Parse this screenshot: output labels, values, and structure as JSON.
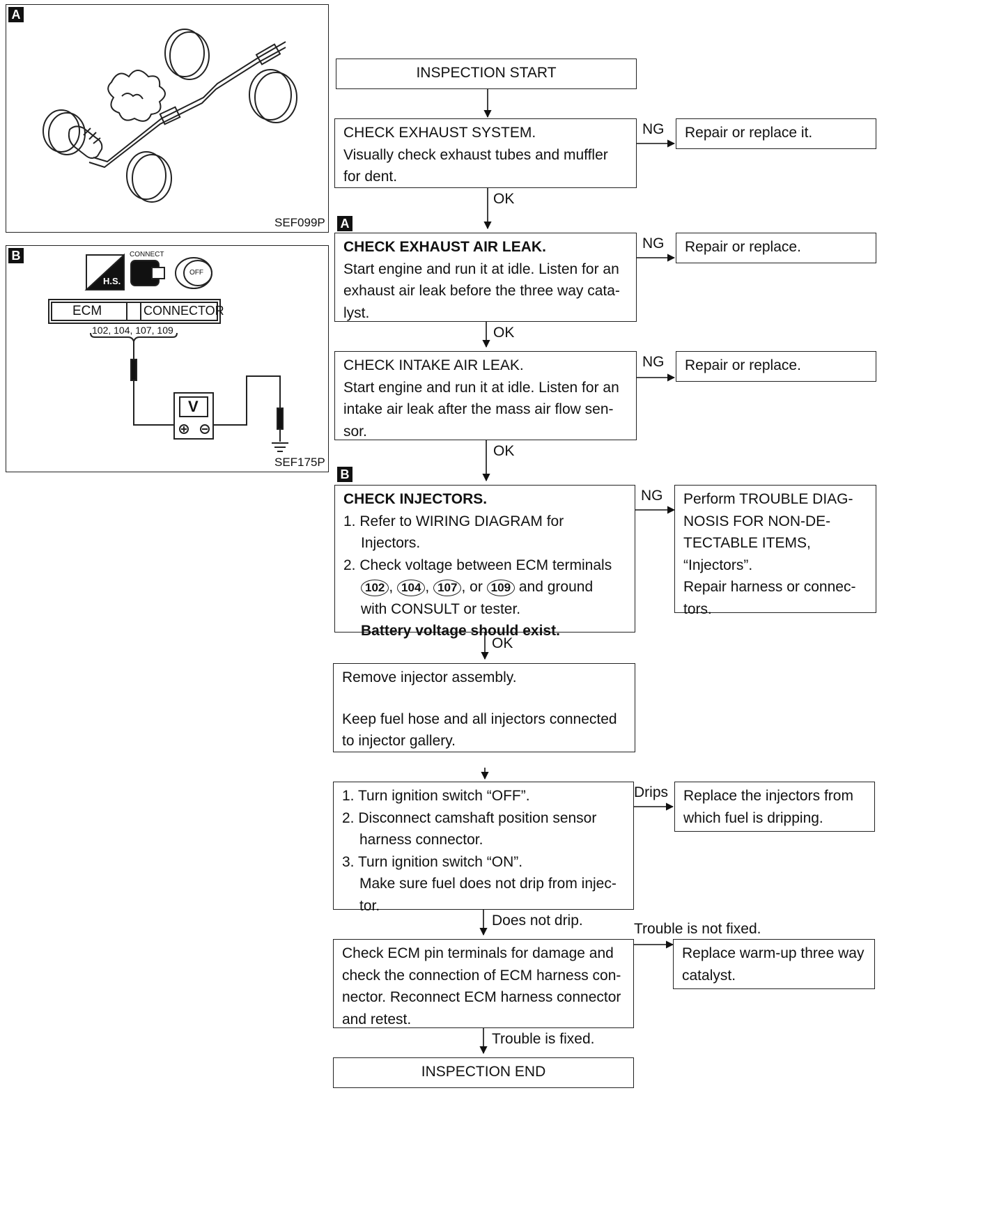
{
  "figure_a": {
    "tag": "A",
    "code": "SEF099P"
  },
  "figure_b": {
    "tag": "B",
    "code": "SEF175P",
    "icon_hs": "H.S.",
    "icon_connect": "CONNECT",
    "icon_off": "OFF",
    "ecm_label": "ECM",
    "connector_label": "CONNECTOR",
    "terminals": "102, 104, 107, 109",
    "meter": "V"
  },
  "flow": {
    "start": "INSPECTION START",
    "step1": {
      "title": "CHECK EXHAUST SYSTEM.",
      "body": "Visually check exhaust tubes and muffler for dent.",
      "ng_label": "NG",
      "ng_action": "Repair or replace it.",
      "ok_label": "OK"
    },
    "step2": {
      "tag": "A",
      "title": "CHECK EXHAUST AIR LEAK.",
      "body": "Start engine and run it at idle. Listen for an exhaust air leak before the three way cata- lyst.",
      "ng_label": "NG",
      "ng_action": "Repair or replace.",
      "ok_label": "OK"
    },
    "step3": {
      "title": "CHECK INTAKE AIR LEAK.",
      "body": "Start engine and run it at idle. Listen for an intake air leak after the mass air flow sen- sor.",
      "ng_label": "NG",
      "ng_action": "Repair or replace.",
      "ok_label": "OK"
    },
    "step4": {
      "tag": "B",
      "title": "CHECK INJECTORS.",
      "item1_num": "1.",
      "item1": "Refer to WIRING DIAGRAM for Injectors.",
      "item2_num": "2.",
      "item2_pre": "Check voltage between ECM terminals",
      "t1": "102",
      "t2": "104",
      "t3": "107",
      "or": ", or",
      "t4": "109",
      "item2_post": "and ground",
      "item2_tail": "with CONSULT or tester.",
      "result": "Battery voltage should exist.",
      "ng_label": "NG",
      "ng_action_1": "Perform TROUBLE DIAG-",
      "ng_action_2": "NOSIS FOR NON-DE-",
      "ng_action_3": "TECTABLE ITEMS,",
      "ng_action_4": "“Injectors”.",
      "ng_action_5": "Repair harness or connec-",
      "ng_action_6": "tors.",
      "ok_label": "OK"
    },
    "step5": {
      "line1": "Remove injector assembly.",
      "line2": "Keep fuel hose and all injectors connected to injector gallery."
    },
    "step6": {
      "n1": "1.",
      "s1": "Turn ignition switch “OFF”.",
      "n2": "2.",
      "s2": "Disconnect camshaft position sensor harness connector.",
      "n3": "3.",
      "s3": "Turn ignition switch “ON”.",
      "s3b": "Make sure fuel does not drip from injec- tor.",
      "branch_label": "Drips",
      "branch_action": "Replace the injectors from which fuel is dripping.",
      "ok_label": "Does not drip."
    },
    "step7": {
      "body": "Check ECM pin terminals for damage and check the connection of ECM harness con- nector. Reconnect ECM harness connector and retest.",
      "branch_label": "Trouble is not fixed.",
      "branch_action": "Replace warm-up three way catalyst.",
      "ok_label": "Trouble is fixed."
    },
    "end": "INSPECTION END"
  }
}
